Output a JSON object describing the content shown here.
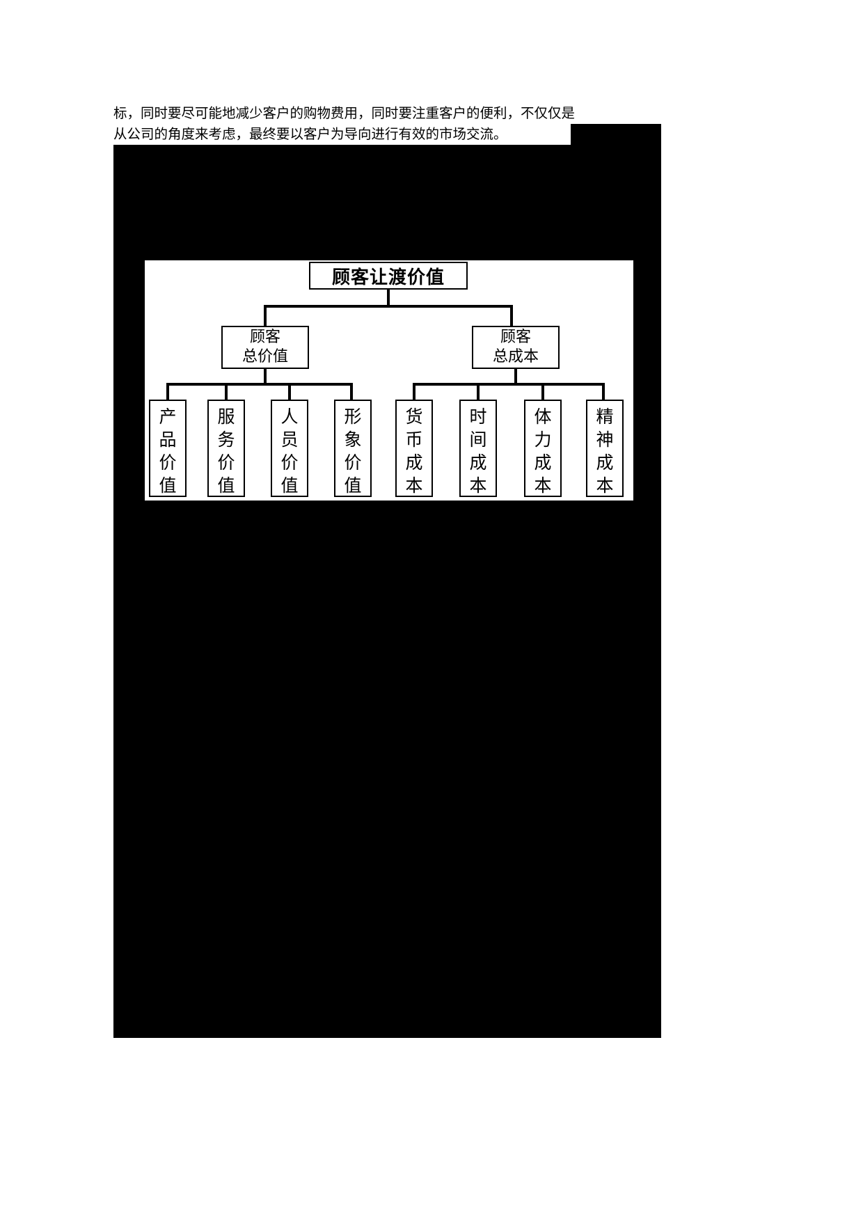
{
  "document": {
    "paragraph": {
      "line1": "标，同时要尽可能地减少客户的购物费用，同时要注重客户的便利，不仅仅是",
      "line2": "从公司的角度来考虑，最终要以客户为导向进行有效的市场交流。"
    }
  },
  "diagram": {
    "title": "顾客让渡价值",
    "root": {
      "label": "顾客让渡价值"
    },
    "branches": [
      {
        "label_line1": "顾客",
        "label_line2": "总价值"
      },
      {
        "label_line1": "顾客",
        "label_line2": "总成本"
      }
    ],
    "leaves": [
      {
        "label": "产品价值",
        "c0": "产",
        "c1": "品",
        "c2": "价",
        "c3": "值"
      },
      {
        "label": "服务价值",
        "c0": "服",
        "c1": "务",
        "c2": "价",
        "c3": "值"
      },
      {
        "label": "人员价值",
        "c0": "人",
        "c1": "员",
        "c2": "价",
        "c3": "值"
      },
      {
        "label": "形象价值",
        "c0": "形",
        "c1": "象",
        "c2": "价",
        "c3": "值"
      },
      {
        "label": "货币成本",
        "c0": "货",
        "c1": "币",
        "c2": "成",
        "c3": "本"
      },
      {
        "label": "时间成本",
        "c0": "时",
        "c1": "间",
        "c2": "成",
        "c3": "本"
      },
      {
        "label": "体力成本",
        "c0": "体",
        "c1": "力",
        "c2": "成",
        "c3": "本"
      },
      {
        "label": "精神成本",
        "c0": "精",
        "c1": "神",
        "c2": "成",
        "c3": "本"
      }
    ],
    "colors": {
      "line": "#000000",
      "box_fill": "#ffffff",
      "text": "#000000",
      "page_block": "#000000"
    }
  }
}
